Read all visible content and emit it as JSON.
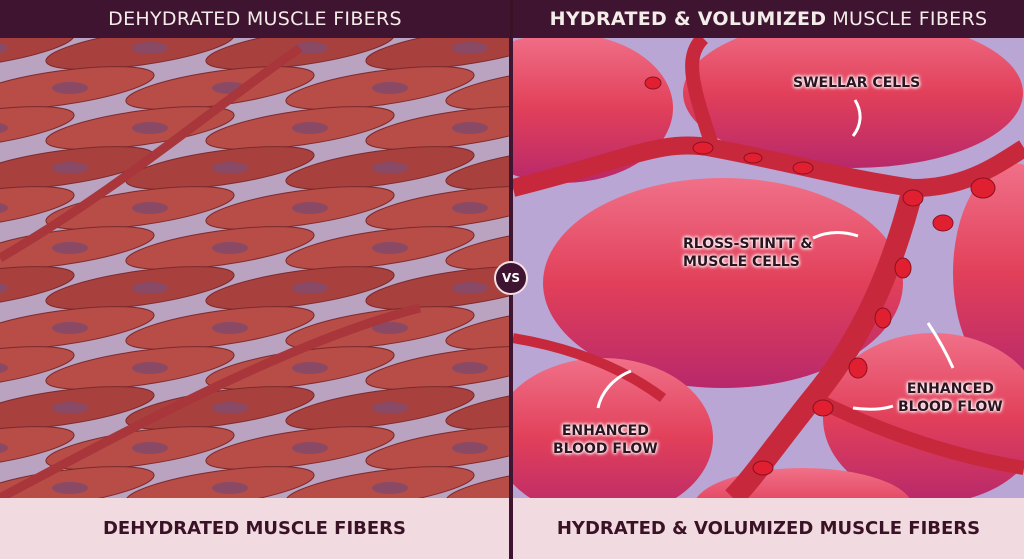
{
  "left": {
    "top_title": "DEHYDRATED MUSCLE FIBERS",
    "bottom_title": "DEHYDRATED MUSCLE FIBERS"
  },
  "right": {
    "top_title_bold": "HYDRATED & VOLUMIZED",
    "top_title_rest": "MUSCLE FIBERS",
    "bottom_title": "HYDRATED & VOLUMIZED MUSCLE FIBERS",
    "annotations": {
      "swellar": "SWELLAR CELLS",
      "rloss_1": "RLOSS-STINTT &",
      "rloss_2": "MUSCLE CELLS",
      "blood_right_1": "ENHANCED",
      "blood_right_2": "BLOOD FLOW",
      "blood_left_1": "ENHANCED",
      "blood_left_2": "BLOOD FLOW"
    }
  },
  "vs_label": "VS",
  "colors": {
    "header": "#3e1430",
    "footer": "#f1dbe0",
    "fiber_dry": "#b24a45",
    "fiber_wet": "#e04a63",
    "vessel": "#c8283c"
  }
}
